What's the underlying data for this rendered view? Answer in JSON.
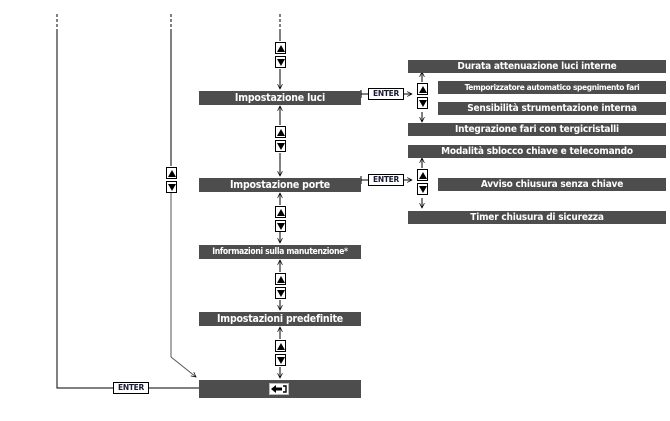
{
  "diagram": {
    "main_menu": [
      {
        "id": "luci",
        "label": "Impostazione luci"
      },
      {
        "id": "porte",
        "label": "Impostazione porte"
      },
      {
        "id": "manutenzione",
        "label": "Informazioni sulla manutenzione*"
      },
      {
        "id": "predefinite",
        "label": "Impostazioni predefinite"
      },
      {
        "id": "back",
        "label": "",
        "icon": "back-icon"
      }
    ],
    "luci_submenu": [
      "Durata attenuazione luci interne",
      "Temporizzatore automatico spegnimento fari",
      "Sensibilità strumentazione interna",
      "Integrazione fari con tergicristalli"
    ],
    "porte_submenu": [
      "Modalità sblocco chiave e telecomando",
      "Avviso chiusura senza chiave",
      "Timer chiusura di sicurezza"
    ],
    "enter_label": "ENTER",
    "icons": {
      "up": "up-arrow-button-icon",
      "down": "down-arrow-button-icon",
      "back": "back-icon"
    },
    "colors": {
      "bar": "#4d4d4d",
      "bar_text": "#ffffff",
      "line": "#000000"
    }
  }
}
